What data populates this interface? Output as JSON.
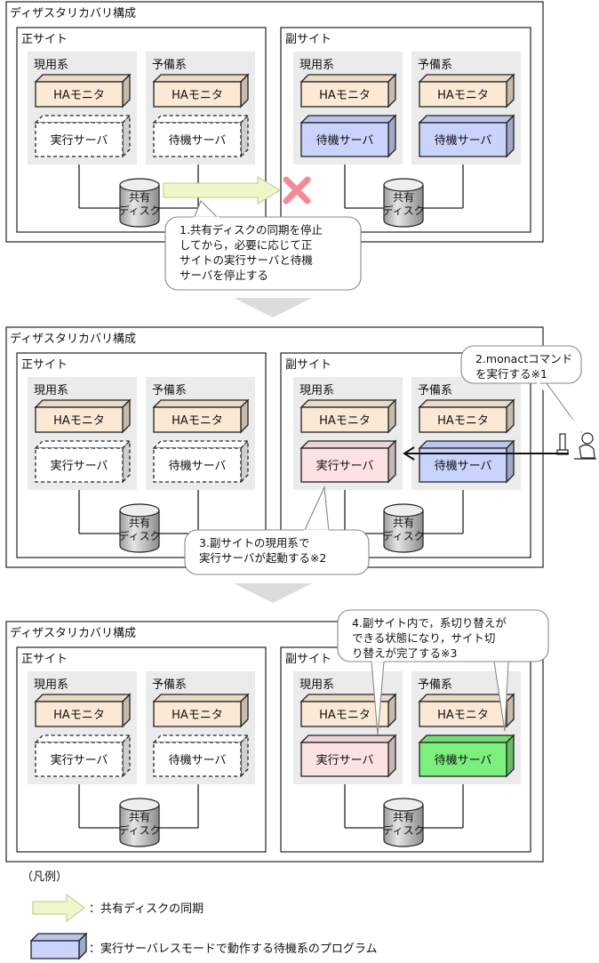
{
  "labels": {
    "dr_config": "ディザスタリカバリ構成",
    "primary_site": "正サイト",
    "secondary_site": "副サイト",
    "active_system": "現用系",
    "standby_system": "予備系",
    "ha_monitor": "HAモニタ",
    "exec_server": "実行サーバ",
    "standby_server": "待機サーバ",
    "shared_disk_line1": "共有",
    "shared_disk_line2": "ディスク"
  },
  "steps": {
    "step1": [
      "1.共有ディスクの同期を停止",
      "してから，必要に応じて正",
      "サイトの実行サーバと待機",
      "サーバを停止する"
    ],
    "step2": [
      "2.monactコマンド",
      "を実行する※1"
    ],
    "step3": [
      "3.副サイトの現用系で",
      "実行サーバが起動する※2"
    ],
    "step4": [
      "4.副サイト内で，系切り替えが",
      "できる状態になり，サイト切",
      "り替えが完了する※3"
    ]
  },
  "legend": {
    "title": "（凡例）",
    "sync_label": "：共有ディスクの同期",
    "program_label": "：実行サーバレスモードで動作する待機系のプログラム"
  },
  "colors": {
    "ha_monitor_fill": "#fbe9d6",
    "standby_program_fill": "#c9d3fb",
    "exec_server_fill": "#fde2e4",
    "active_standby_fill": "#7cf07c",
    "panel_fill": "#ebebeb",
    "sync_arrow_fill": "#eef7c9",
    "cross_color": "#f28b96",
    "transition_arrow_fill": "#dcdcdc"
  },
  "icons": [
    "operator-icon",
    "terminal-icon",
    "cross-icon",
    "disk-icon"
  ]
}
